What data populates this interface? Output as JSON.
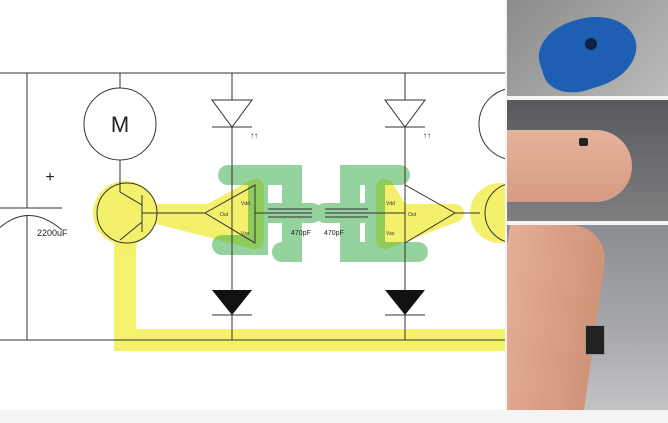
{
  "diagram": {
    "motor_label": "M",
    "plus_label": "+",
    "cap_main": "2200uF",
    "opamp_vdd": "Vdd",
    "opamp_out": "Out",
    "opamp_vss": "Vss",
    "cap_left": "470pF",
    "cap_right": "470pF",
    "light_arrows": "↑↑"
  },
  "colors": {
    "highlight_yellow": "#f2ec3a",
    "highlight_green": "#4cbf5c",
    "photo_blob": "#1e5fb3"
  }
}
